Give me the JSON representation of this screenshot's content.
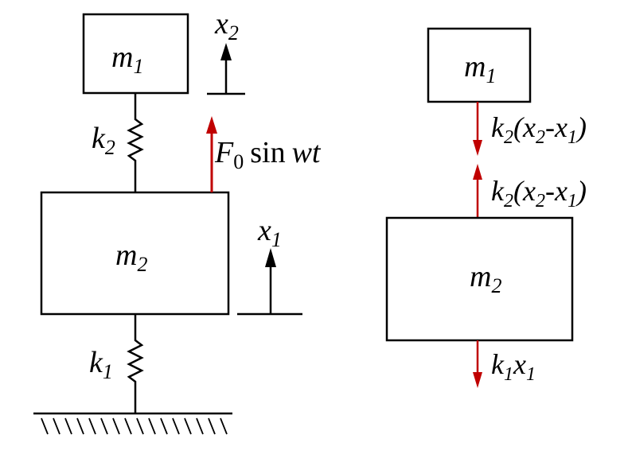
{
  "left": {
    "m1": {
      "base": "m",
      "sub": "1"
    },
    "m2": {
      "base": "m",
      "sub": "2"
    },
    "k1": {
      "base": "k",
      "sub": "1"
    },
    "k2": {
      "base": "k",
      "sub": "2"
    },
    "x1": {
      "base": "x",
      "sub": "1"
    },
    "x2": {
      "base": "x",
      "sub": "2"
    },
    "force": {
      "F": "F",
      "F_sub": "0",
      "func": "sin",
      "arg": "wt"
    }
  },
  "right": {
    "m1": {
      "base": "m",
      "sub": "1"
    },
    "m2": {
      "base": "m",
      "sub": "2"
    },
    "spring_force_top": {
      "k": "k",
      "k_sub": "2",
      "open": "(",
      "xa": "x",
      "xa_sub": "2",
      "minus": "-",
      "xb": "x",
      "xb_sub": "1",
      "close": ")"
    },
    "spring_force_bottom": {
      "k": "k",
      "k_sub": "2",
      "open": "(",
      "xa": "x",
      "xa_sub": "2",
      "minus": "-",
      "xb": "x",
      "xb_sub": "1",
      "close": ")"
    },
    "ground_force": {
      "k": "k",
      "k_sub": "1",
      "x": "x",
      "x_sub": "1"
    }
  },
  "colors": {
    "line": "#000000",
    "force_arrow": "#c00000"
  }
}
